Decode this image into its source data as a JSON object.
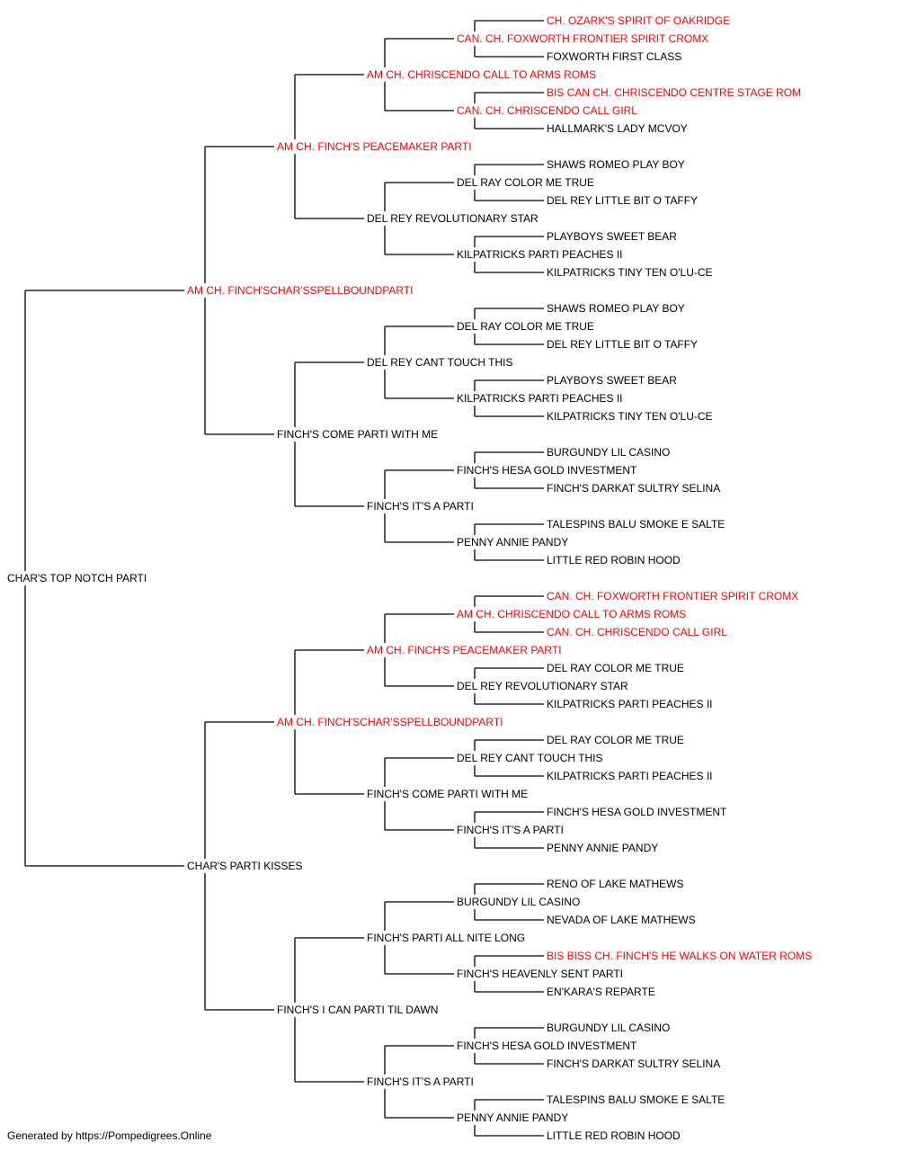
{
  "colors": {
    "champion": "#ff0000",
    "normal": "#000000",
    "line": "#000000"
  },
  "footer": {
    "text": "Generated by https://Pompedigrees.Online"
  },
  "pedigree": {
    "name": "CHAR'S TOP NOTCH PARTI",
    "champion": false,
    "sire": {
      "name": "AM CH. FINCH'SCHAR'SSPELLBOUNDPARTI",
      "champion": true,
      "sire": {
        "name": "AM CH. FINCH'S PEACEMAKER PARTI",
        "champion": true,
        "sire": {
          "name": "AM CH. CHRISCENDO CALL TO ARMS ROMS",
          "champion": true,
          "sire": {
            "name": "CAN. CH. FOXWORTH FRONTIER SPIRIT CROMX",
            "champion": true,
            "sire": {
              "name": "CH. OZARK'S SPIRIT OF OAKRIDGE",
              "champion": true
            },
            "dam": {
              "name": "FOXWORTH FIRST CLASS",
              "champion": false
            }
          },
          "dam": {
            "name": "CAN. CH. CHRISCENDO CALL GIRL",
            "champion": true,
            "sire": {
              "name": "BIS CAN CH. CHRISCENDO CENTRE STAGE ROM",
              "champion": true
            },
            "dam": {
              "name": "HALLMARK'S LADY MCVOY",
              "champion": false
            }
          }
        },
        "dam": {
          "name": "DEL REY REVOLUTIONARY STAR",
          "champion": false,
          "sire": {
            "name": "DEL RAY COLOR ME TRUE",
            "champion": false,
            "sire": {
              "name": "SHAWS ROMEO PLAY BOY",
              "champion": false
            },
            "dam": {
              "name": "DEL REY LITTLE BIT O TAFFY",
              "champion": false
            }
          },
          "dam": {
            "name": "KILPATRICKS PARTI PEACHES II",
            "champion": false,
            "sire": {
              "name": "PLAYBOYS SWEET BEAR",
              "champion": false
            },
            "dam": {
              "name": "KILPATRICKS TINY TEN O'LU-CE",
              "champion": false
            }
          }
        }
      },
      "dam": {
        "name": "FINCH'S COME PARTI WITH ME",
        "champion": false,
        "sire": {
          "name": "DEL REY CANT TOUCH THIS",
          "champion": false,
          "sire": {
            "name": "DEL RAY COLOR ME TRUE",
            "champion": false,
            "sire": {
              "name": "SHAWS ROMEO PLAY BOY",
              "champion": false
            },
            "dam": {
              "name": "DEL REY LITTLE BIT O TAFFY",
              "champion": false
            }
          },
          "dam": {
            "name": "KILPATRICKS PARTI PEACHES II",
            "champion": false,
            "sire": {
              "name": "PLAYBOYS SWEET BEAR",
              "champion": false
            },
            "dam": {
              "name": "KILPATRICKS TINY TEN O'LU-CE",
              "champion": false
            }
          }
        },
        "dam": {
          "name": "FINCH'S IT'S A PARTI",
          "champion": false,
          "sire": {
            "name": "FINCH'S HESA GOLD INVESTMENT",
            "champion": false,
            "sire": {
              "name": "BURGUNDY LIL CASINO",
              "champion": false
            },
            "dam": {
              "name": "FINCH'S DARKAT SULTRY SELINA",
              "champion": false
            }
          },
          "dam": {
            "name": "PENNY ANNIE PANDY",
            "champion": false,
            "sire": {
              "name": "TALESPINS BALU SMOKE E SALTE",
              "champion": false
            },
            "dam": {
              "name": "LITTLE RED ROBIN HOOD",
              "champion": false
            }
          }
        }
      }
    },
    "dam": {
      "name": "CHAR'S PARTI KISSES",
      "champion": false,
      "sire": {
        "name": "AM CH. FINCH'SCHAR'SSPELLBOUNDPARTI",
        "champion": true,
        "sire": {
          "name": "AM CH. FINCH'S PEACEMAKER PARTI",
          "champion": true,
          "sire": {
            "name": "AM CH. CHRISCENDO CALL TO ARMS ROMS",
            "champion": true,
            "sire": {
              "name": "CAN. CH. FOXWORTH FRONTIER SPIRIT CROMX",
              "champion": true
            },
            "dam": {
              "name": "CAN. CH. CHRISCENDO CALL GIRL",
              "champion": true
            }
          },
          "dam": {
            "name": "DEL REY REVOLUTIONARY STAR",
            "champion": false,
            "sire": {
              "name": "DEL RAY COLOR ME TRUE",
              "champion": false
            },
            "dam": {
              "name": "KILPATRICKS PARTI PEACHES II",
              "champion": false
            }
          }
        },
        "dam": {
          "name": "FINCH'S COME PARTI WITH ME",
          "champion": false,
          "sire": {
            "name": "DEL REY CANT TOUCH THIS",
            "champion": false,
            "sire": {
              "name": "DEL RAY COLOR ME TRUE",
              "champion": false
            },
            "dam": {
              "name": "KILPATRICKS PARTI PEACHES II",
              "champion": false
            }
          },
          "dam": {
            "name": "FINCH'S IT'S A PARTI",
            "champion": false,
            "sire": {
              "name": "FINCH'S HESA GOLD INVESTMENT",
              "champion": false
            },
            "dam": {
              "name": "PENNY ANNIE PANDY",
              "champion": false
            }
          }
        }
      },
      "dam": {
        "name": "FINCH'S I CAN PARTI TIL DAWN",
        "champion": false,
        "sire": {
          "name": "FINCH'S PARTI ALL NITE LONG",
          "champion": false,
          "sire": {
            "name": "BURGUNDY LIL CASINO",
            "champion": false,
            "sire": {
              "name": "RENO OF LAKE MATHEWS",
              "champion": false
            },
            "dam": {
              "name": "NEVADA OF LAKE MATHEWS",
              "champion": false
            }
          },
          "dam": {
            "name": "FINCH'S HEAVENLY SENT PARTI",
            "champion": false,
            "sire": {
              "name": "BIS BISS CH. FINCH'S HE WALKS ON WATER ROMS",
              "champion": true
            },
            "dam": {
              "name": "EN'KARA'S REPARTE",
              "champion": false
            }
          }
        },
        "dam": {
          "name": "FINCH'S IT'S A PARTI",
          "champion": false,
          "sire": {
            "name": "FINCH'S HESA GOLD INVESTMENT",
            "champion": false,
            "sire": {
              "name": "BURGUNDY LIL CASINO",
              "champion": false
            },
            "dam": {
              "name": "FINCH'S DARKAT SULTRY SELINA",
              "champion": false
            }
          },
          "dam": {
            "name": "PENNY ANNIE PANDY",
            "champion": false,
            "sire": {
              "name": "TALESPINS BALU SMOKE E SALTE",
              "champion": false
            },
            "dam": {
              "name": "LITTLE RED ROBIN HOOD",
              "champion": false
            }
          }
        }
      }
    }
  }
}
